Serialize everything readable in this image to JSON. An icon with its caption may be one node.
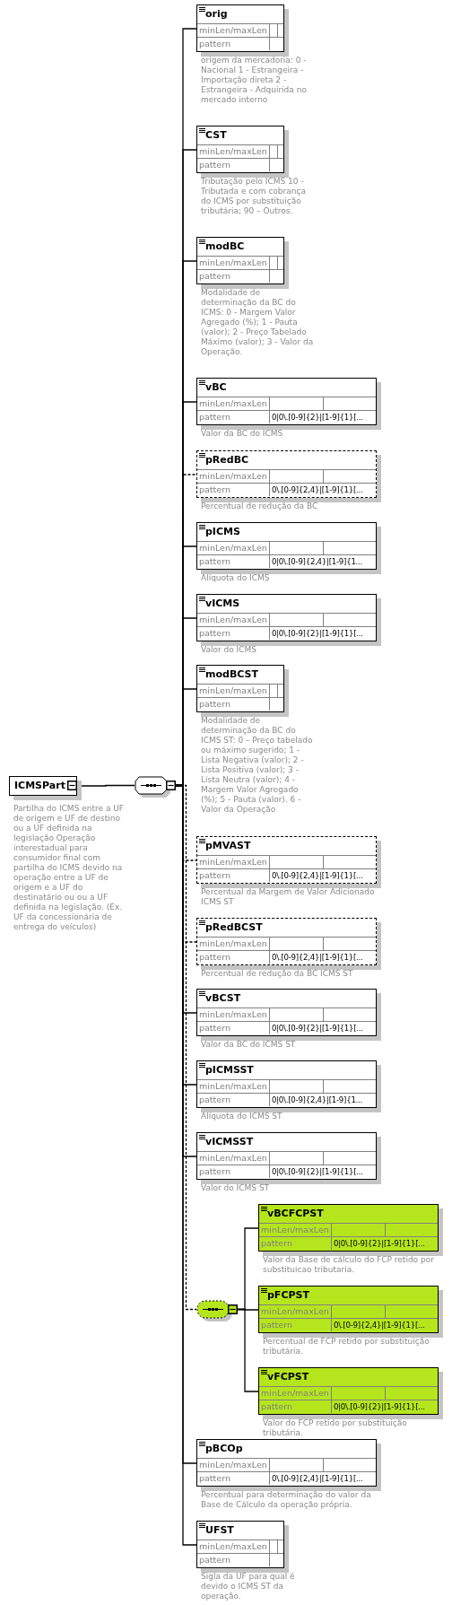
{
  "diagram": {
    "nodes": [
      {
        "text": [
          "ICMSPart"
        ],
        "beside": [
          "Partilha do ICMS entre a UF de origem e UF de destino ou a UF definida na legislação Operação interestadual para consumidor final com partilha do ICMS devido na operação entre a UF de origem e a UF do destinatário ou ou a UF definida na legislação. (Ex. UF da concessionária de entrega do veículos)"
        ]
      },
      {
        "text": [],
        "shape": "octagon"
      },
      {
        "text": [
          "orig",
          "minLen/maxLen",
          "pattern"
        ],
        "beside": [
          "origem da mercadoria: 0 - Nacional 1 - Estrangeira - Importação direta 2 - Estrangeira - Adquirida no mercado interno"
        ]
      },
      {
        "text": [
          "CST",
          "minLen/maxLen",
          "pattern"
        ],
        "beside": [
          "Tributação pelo ICMS 10 - Tributada e com cobrança do ICMS por substituição tributária; 90 – Outros."
        ]
      },
      {
        "text": [
          "modBC",
          "minLen/maxLen",
          "pattern"
        ],
        "beside": [
          "Modalidade de determinação da BC do ICMS: 0 - Margem Valor Agregado (%); 1 - Pauta (valor); 2 - Preço Tabelado Máximo (valor); 3 - Valor da Operação."
        ]
      },
      {
        "text": [
          "vBC",
          "minLen/maxLen",
          "pattern",
          "0|0\\.[0-9]{2}|[1-9]{1}[..."
        ],
        "beside": [
          "Valor da BC do ICMS"
        ]
      },
      {
        "text": [
          "pRedBC",
          "minLen/maxLen",
          "pattern",
          "0\\.[0-9]{2,4}|[1-9]{1}[..."
        ],
        "beside": [
          "Percentual de redução da BC"
        ]
      },
      {
        "text": [
          "pICMS",
          "minLen/maxLen",
          "pattern",
          "0|0\\.[0-9]{2,4}|[1-9]{1..."
        ],
        "beside": [
          "Alíquota do ICMS"
        ]
      },
      {
        "text": [
          "vICMS",
          "minLen/maxLen",
          "pattern",
          "0|0\\.[0-9]{2}|[1-9]{1}[..."
        ],
        "beside": [
          "Valor do ICMS"
        ]
      },
      {
        "text": [
          "modBCST",
          "minLen/maxLen",
          "pattern"
        ],
        "beside": [
          "Modalidade de determinação da BC do ICMS ST: 0 – Preço tabelado ou máximo sugerido; 1 - Lista Negativa (valor); 2 - Lista Positiva (valor); 3 - Lista Neutra (valor); 4 - Margem Valor Agregado (%); 5 - Pauta (valor). 6 - Valor da Operação"
        ]
      },
      {
        "text": [
          "pMVAST",
          "minLen/maxLen",
          "pattern",
          "0\\.[0-9]{2,4}|[1-9]{1}[..."
        ],
        "beside": [
          "Percentual da Margem de Valor Adicionado ICMS ST"
        ]
      },
      {
        "text": [
          "pRedBCST",
          "minLen/maxLen",
          "pattern",
          "0\\.[0-9]{2,4}|[1-9]{1}[..."
        ],
        "beside": [
          "Percentual de redução da BC ICMS ST"
        ]
      },
      {
        "text": [
          "vBCST",
          "minLen/maxLen",
          "pattern",
          "0|0\\.[0-9]{2}|[1-9]{1}[..."
        ],
        "beside": [
          "Valor da BC do ICMS ST"
        ]
      },
      {
        "text": [
          "pICMSST",
          "minLen/maxLen",
          "pattern",
          "0|0\\.[0-9]{2,4}|[1-9]{1..."
        ],
        "beside": [
          "Alíquota do ICMS ST"
        ]
      },
      {
        "text": [
          "vICMSST",
          "minLen/maxLen",
          "pattern",
          "0|0\\.[0-9]{2}|[1-9]{1}[..."
        ],
        "beside": [
          "Valor do ICMS ST"
        ]
      },
      {
        "text": [],
        "shape": "octagon"
      },
      {
        "text": [
          "vBCFCPST",
          "minLen/maxLen",
          "pattern",
          "0|0\\.[0-9]{2}|[1-9]{1}[..."
        ],
        "beside": [
          "Valor da Base de cálculo do FCP retido por substituicao tributaria."
        ]
      },
      {
        "text": [
          "pFCPST",
          "minLen/maxLen",
          "pattern",
          "0\\.[0-9]{2,4}|[1-9]{1}[..."
        ],
        "beside": [
          "Percentual de FCP retido por substituição tributária."
        ]
      },
      {
        "text": [
          "vFCPST",
          "minLen/maxLen",
          "pattern",
          "0|0\\.[0-9]{2}|[1-9]{1}[..."
        ],
        "beside": [
          "Valor do FCP retido por substituição tributária."
        ]
      },
      {
        "text": [
          "pBCOp",
          "minLen/maxLen",
          "pattern",
          "0\\.[0-9]{2,4}|[1-9]{1}[..."
        ],
        "beside": [
          "Percentual para determinação do valor da Base de Cálculo da operação própria."
        ]
      },
      {
        "text": [
          "UFST",
          "minLen/maxLen",
          "pattern"
        ],
        "beside": [
          "Sigla da UF para qual é devido o ICMS ST da operação."
        ]
      }
    ],
    "edges": [
      {
        "from": 0,
        "to": 1,
        "arrow": "none"
      },
      {
        "from": 1,
        "to": 2,
        "arrow": "none"
      },
      {
        "from": 1,
        "to": 3,
        "arrow": "none"
      },
      {
        "from": 1,
        "to": 4,
        "arrow": "none"
      },
      {
        "from": 1,
        "to": 5,
        "arrow": "none"
      },
      {
        "from": 1,
        "to": 6,
        "arrow": "none",
        "style": "dashed"
      },
      {
        "from": 1,
        "to": 7,
        "arrow": "none"
      },
      {
        "from": 1,
        "to": 8,
        "arrow": "none"
      },
      {
        "from": 1,
        "to": 9,
        "arrow": "none"
      },
      {
        "from": 1,
        "to": 10,
        "arrow": "none",
        "style": "dashed"
      },
      {
        "from": 1,
        "to": 11,
        "arrow": "none",
        "style": "dashed"
      },
      {
        "from": 1,
        "to": 12,
        "arrow": "none"
      },
      {
        "from": 1,
        "to": 13,
        "arrow": "none"
      },
      {
        "from": 1,
        "to": 14,
        "arrow": "none"
      },
      {
        "from": 1,
        "to": 15,
        "arrow": "none",
        "style": "dashed"
      },
      {
        "from": 15,
        "to": 16,
        "arrow": "none"
      },
      {
        "from": 15,
        "to": 17,
        "arrow": "none"
      },
      {
        "from": 15,
        "to": 18,
        "arrow": "none"
      },
      {
        "from": 1,
        "to": 19,
        "arrow": "none"
      },
      {
        "from": 1,
        "to": 20,
        "arrow": "none"
      }
    ]
  }
}
